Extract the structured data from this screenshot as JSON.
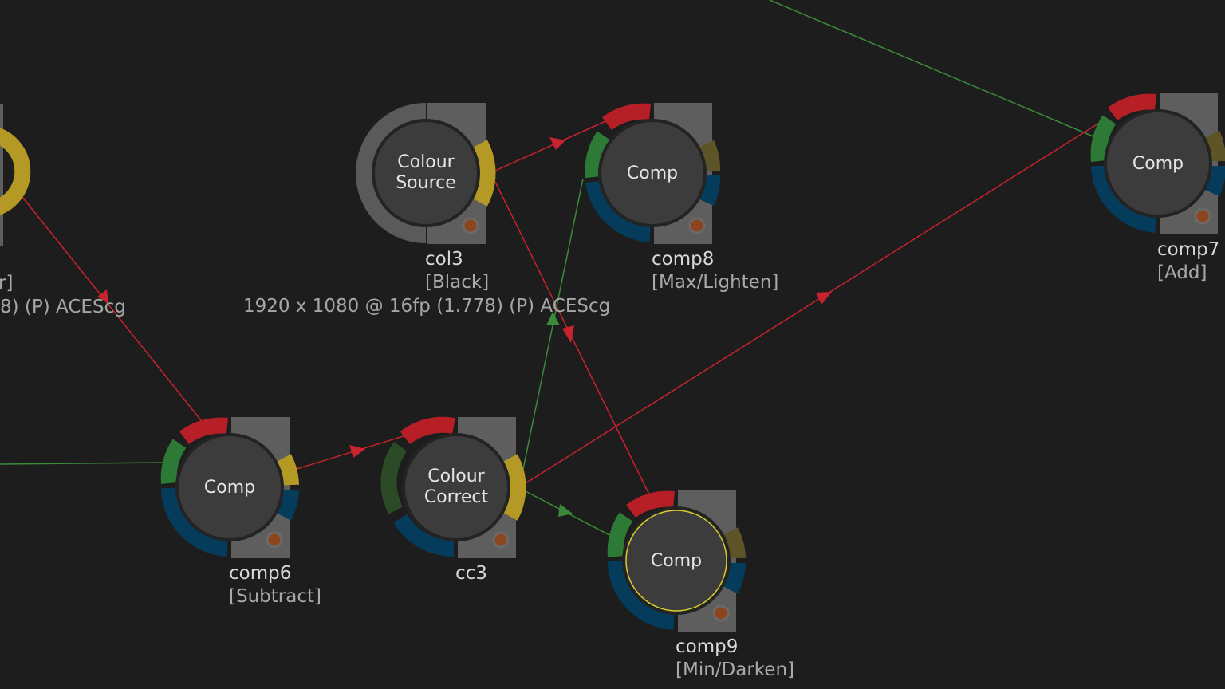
{
  "colors": {
    "background": "#1d1d1d",
    "link_red": "#c8232e",
    "link_green": "#3b8a3a",
    "arc_red": "#b71f27",
    "arc_green": "#2c7a35",
    "arc_blue": "#053c5c",
    "arc_yellow": "#b49a24",
    "arc_olive": "#5d5527",
    "node_body": "#3c3c3c",
    "tab_grey": "#5e5e5e",
    "indicator": "#8c451d",
    "selected_outline": "#d6cb2c"
  },
  "format_labels": {
    "left": "8) (P) ACEScg",
    "col3": "1920 x 1080 @ 16fp (1.778) (P) ACEScg"
  },
  "partial_node": {
    "mode": "r]"
  },
  "nodes": {
    "col3": {
      "title_line1": "Colour",
      "title_line2": "Source",
      "name": "col3",
      "mode": "[Black]"
    },
    "comp8": {
      "title": "Comp",
      "name": "comp8",
      "mode": "[Max/Lighten]"
    },
    "comp7": {
      "title": "Comp",
      "name": "comp7",
      "mode": "[Add]"
    },
    "comp6": {
      "title": "Comp",
      "name": "comp6",
      "mode": "[Subtract]"
    },
    "cc3": {
      "title_line1": "Colour",
      "title_line2": "Correct",
      "name": "cc3"
    },
    "comp9": {
      "title": "Comp",
      "name": "comp9",
      "mode": "[Min/Darken]"
    }
  }
}
